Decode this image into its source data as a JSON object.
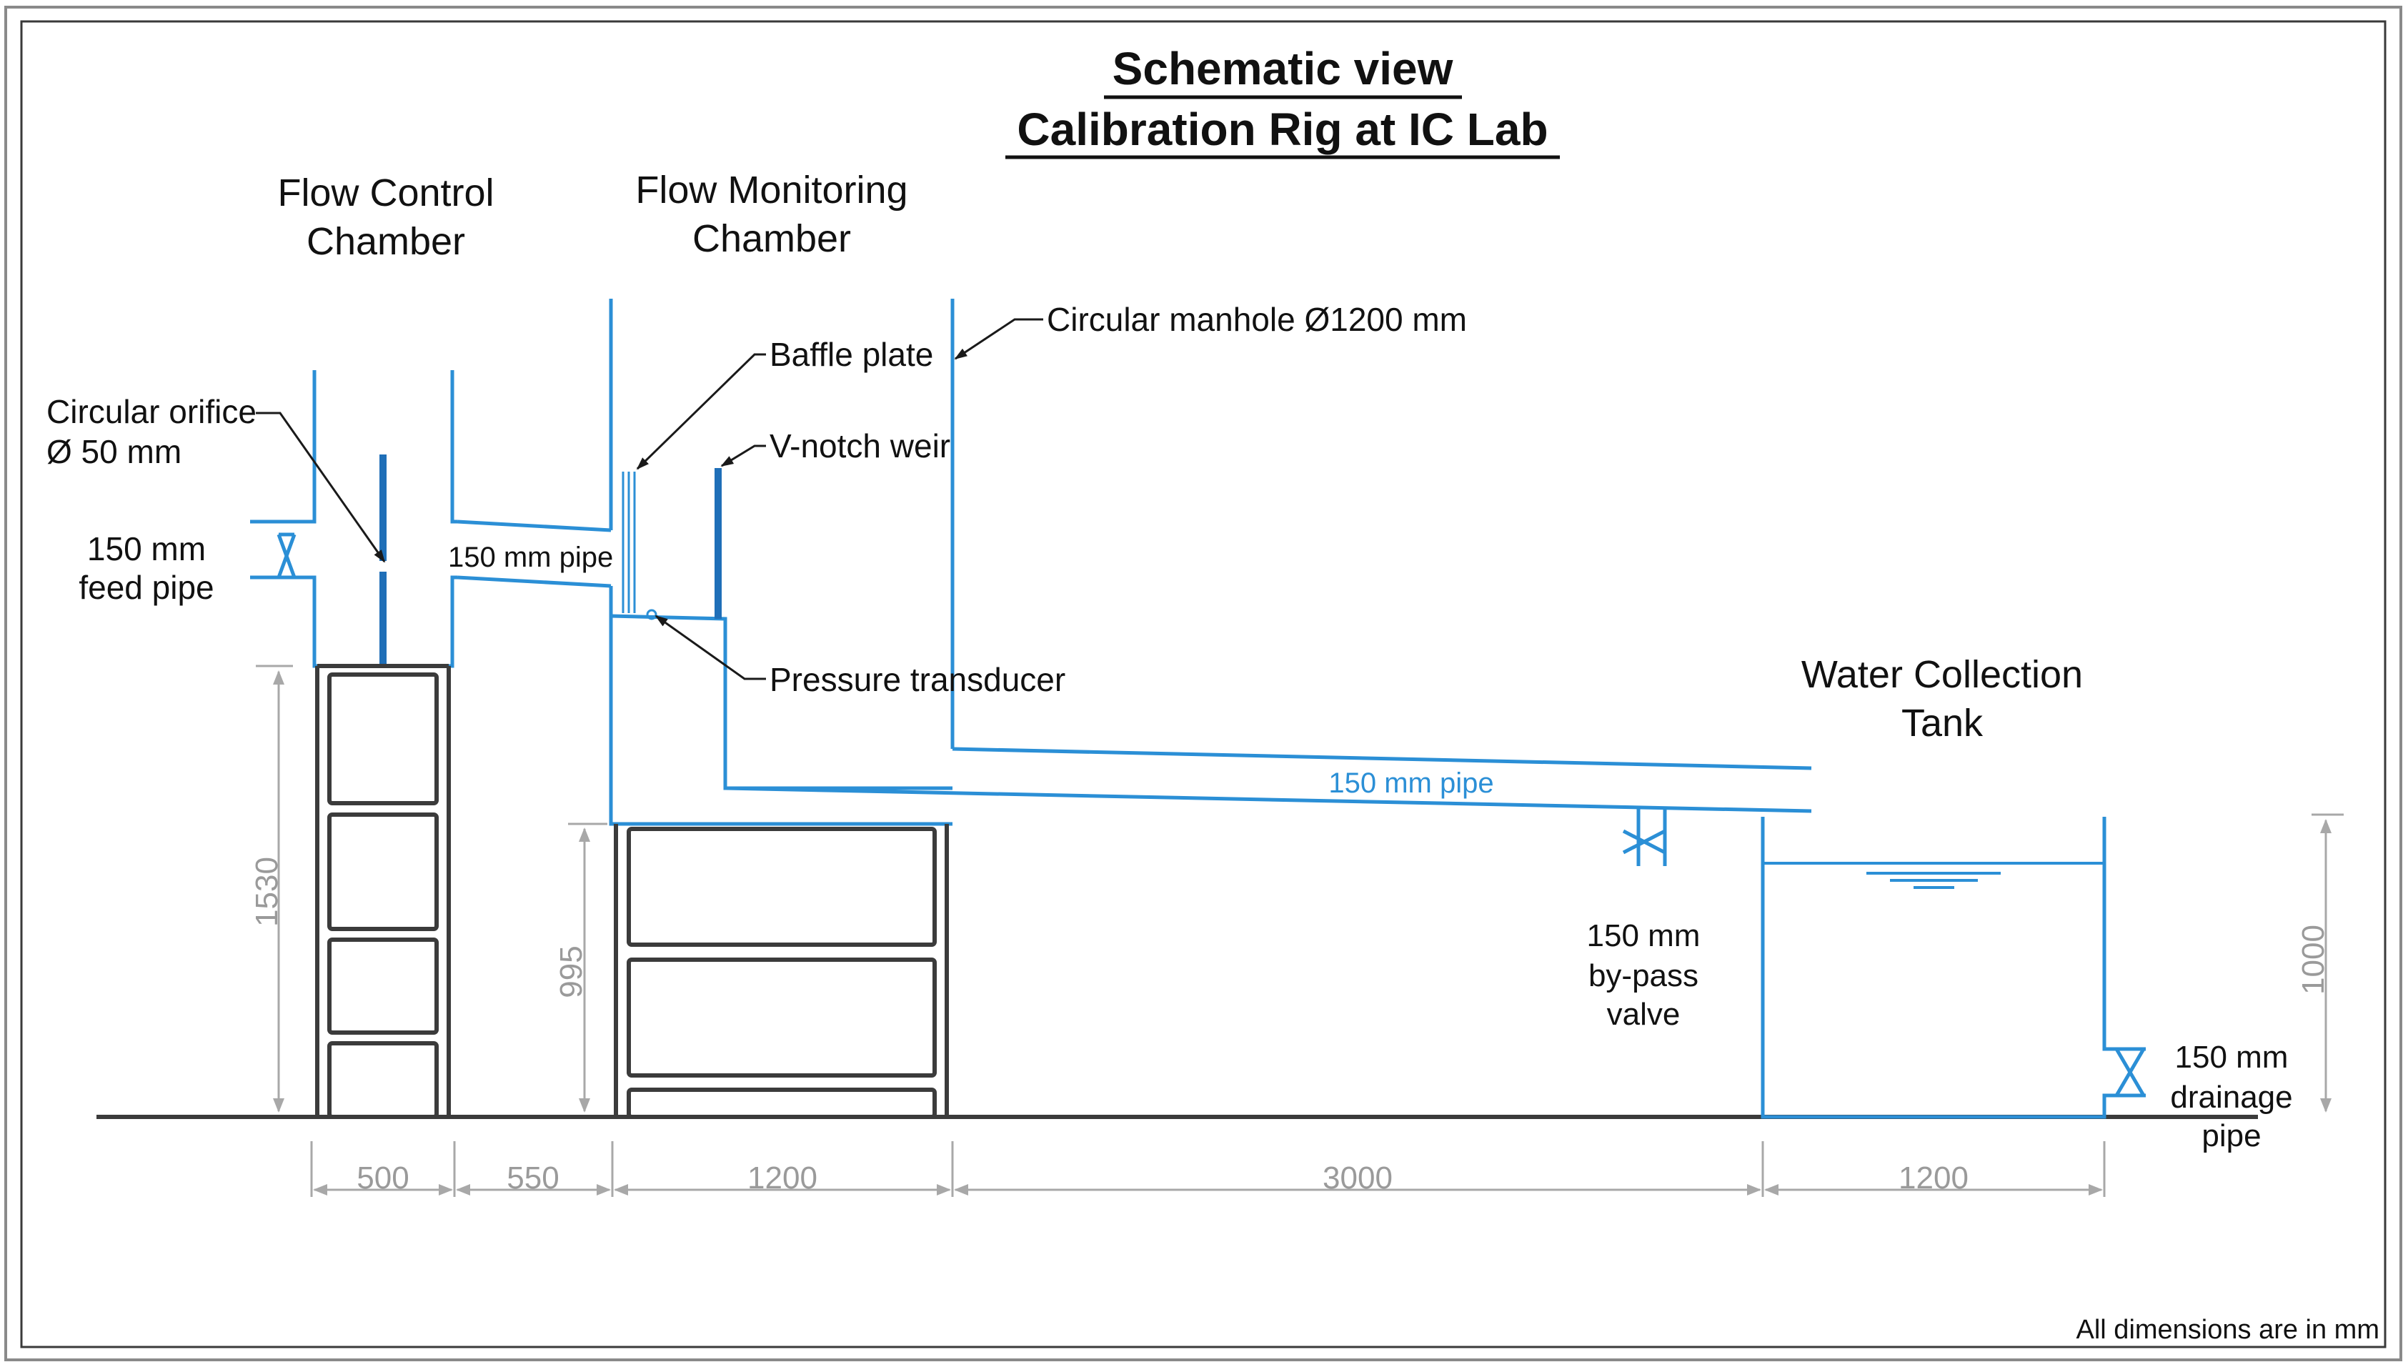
{
  "title": {
    "line1": "Schematic view",
    "line2": "Calibration Rig at IC Lab"
  },
  "sections": {
    "flow_control": {
      "line1": "Flow Control",
      "line2": "Chamber"
    },
    "flow_monitoring": {
      "line1": "Flow Monitoring",
      "line2": "Chamber"
    },
    "water_collection": {
      "line1": "Water Collection",
      "line2": "Tank"
    }
  },
  "labels": {
    "orifice_line1": "Circular orifice",
    "orifice_line2": "Ø 50 mm",
    "feed_pipe_line1": "150 mm",
    "feed_pipe_line2": "feed pipe",
    "connect_pipe": "150 mm pipe",
    "baffle_plate": "Baffle plate",
    "v_notch_weir": "V-notch weir",
    "pressure_transducer": "Pressure transducer",
    "manhole": "Circular manhole Ø1200 mm",
    "outlet_pipe": "150 mm pipe",
    "bypass_line1": "150 mm",
    "bypass_line2": "by-pass",
    "bypass_line3": "valve",
    "drainage_line1": "150 mm",
    "drainage_line2": "drainage",
    "drainage_line3": "pipe"
  },
  "dimensions": {
    "horizontal": [
      "500",
      "550",
      "1200",
      "3000",
      "1200"
    ],
    "height_control": "1530",
    "height_monitoring": "995",
    "height_tank": "1000"
  },
  "note": "All dimensions are in mm",
  "colors": {
    "pipe": "#2b8fd6",
    "plate": "#1f6fb8",
    "structure": "#3b3b3b",
    "dimension": "#a8a8a8"
  }
}
